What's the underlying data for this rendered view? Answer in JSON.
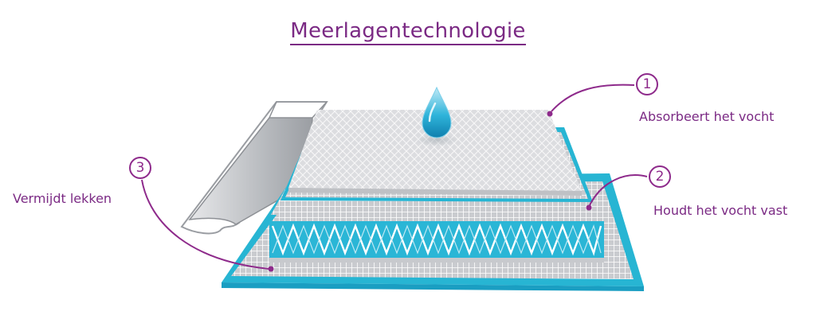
{
  "title": "Meerlagentechnologie",
  "callouts": [
    {
      "number": "1",
      "label": "Absorbeert het vocht"
    },
    {
      "number": "2",
      "label": "Houdt het vocht vast"
    },
    {
      "number": "3",
      "label": "Vermijdt lekken"
    }
  ],
  "colors": {
    "accent": "#8e2a8b",
    "text": "#7b2a84",
    "teal": "#27b5d3",
    "deep_teal": "#1a9ec2",
    "grey_top": "#d9dadd"
  }
}
